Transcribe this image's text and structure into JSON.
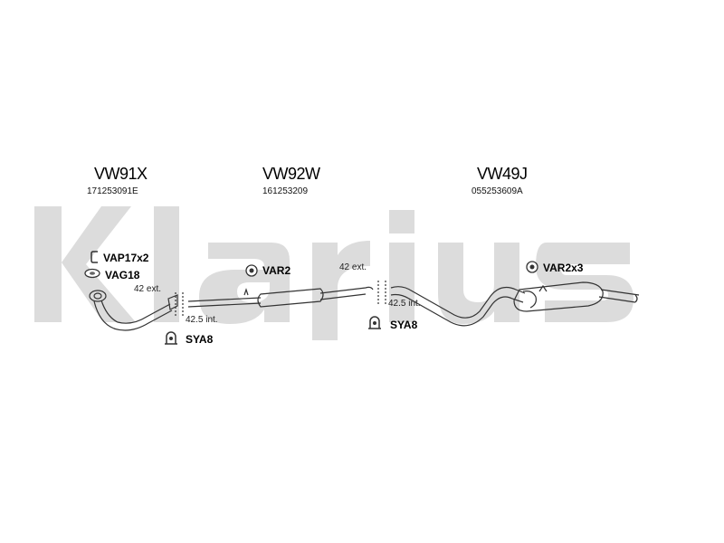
{
  "watermark": {
    "text": "Klarius",
    "color": "#dcdcdc"
  },
  "sections": [
    {
      "code": "VW91X",
      "part_no": "171253091E"
    },
    {
      "code": "VW92W",
      "part_no": "161253209"
    },
    {
      "code": "VW49J",
      "part_no": "055253609A"
    }
  ],
  "fittings": {
    "vap17x2": "VAP17x2",
    "vag18": "VAG18",
    "var2": "VAR2",
    "var2x3": "VAR2x3",
    "sya8_left": "SYA8",
    "sya8_right": "SYA8"
  },
  "joint_notes": {
    "left_ext": "42 ext.",
    "left_int": "42.5 int.",
    "right_ext": "42 ext.",
    "right_int": "42.5 int."
  }
}
